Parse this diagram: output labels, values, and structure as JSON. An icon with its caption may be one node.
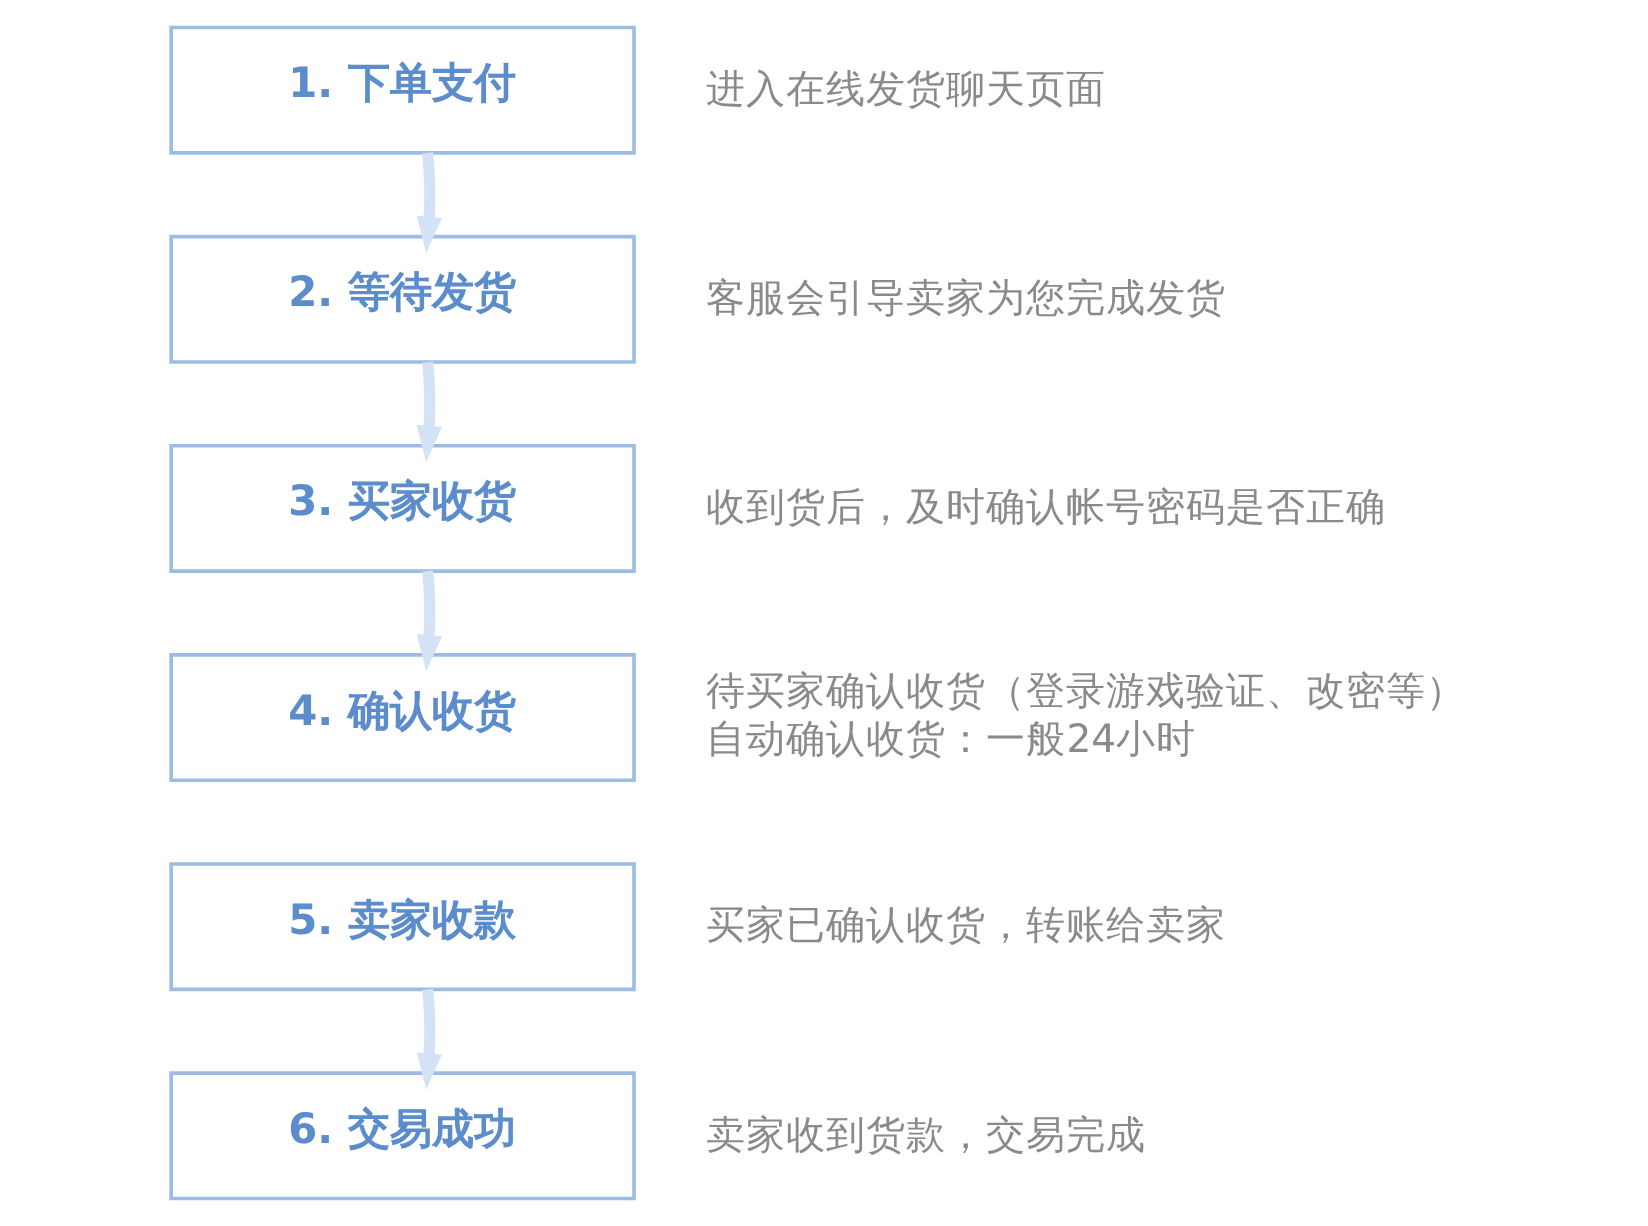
{
  "diagram": {
    "nodes": [
      {
        "text": [
          "1. 下单支付"
        ],
        "beside": [
          "进入在线发货聊天页面"
        ]
      },
      {
        "text": [
          "2. 等待发货"
        ],
        "beside": [
          "客服会引导卖家为您完成发货"
        ]
      },
      {
        "text": [
          "3. 买家收货"
        ],
        "beside": [
          "收到货后，及时确认帐号密码是否正确"
        ]
      },
      {
        "text": [
          "4. 确认收货"
        ],
        "beside": [
          "待买家确认收货（登录游戏验证、改密等）",
          "自动确认收货：一般24小时"
        ]
      },
      {
        "text": [
          "5. 卖家收款"
        ],
        "beside": [
          "买家已确认收货，转账给卖家"
        ]
      },
      {
        "text": [
          "6. 交易成功"
        ],
        "beside": [
          "卖家收到货款，交易完成"
        ]
      }
    ],
    "edges": [
      {
        "from": 0,
        "to": 1,
        "arrow": "to"
      },
      {
        "from": 1,
        "to": 2,
        "arrow": "to"
      },
      {
        "from": 2,
        "to": 3,
        "arrow": "to"
      },
      {
        "from": 4,
        "to": 5,
        "arrow": "to"
      }
    ]
  }
}
